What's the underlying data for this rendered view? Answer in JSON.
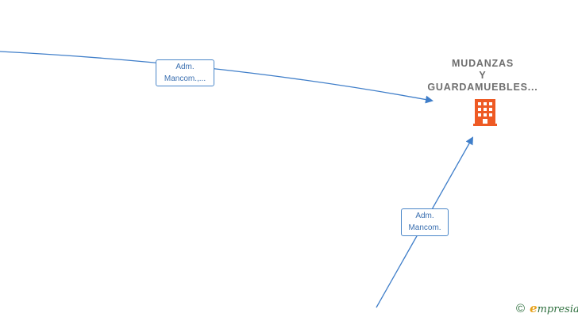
{
  "company": {
    "name_lines": [
      "MUDANZAS",
      "Y",
      "GUARDAMUEBLES..."
    ],
    "icon": "building-icon",
    "icon_color": "#ee5a24"
  },
  "edges": [
    {
      "label_lines": [
        "Adm.",
        "Mancom.,..."
      ]
    },
    {
      "label_lines": [
        "Adm.",
        "Mancom."
      ]
    }
  ],
  "colors": {
    "edge": "#3f7ec9",
    "label_text": "#3a6fb0",
    "title_text": "#6e6e6e"
  },
  "branding": {
    "copyright_symbol": "©",
    "brand_initial": "e",
    "brand_rest": "mpresia"
  }
}
